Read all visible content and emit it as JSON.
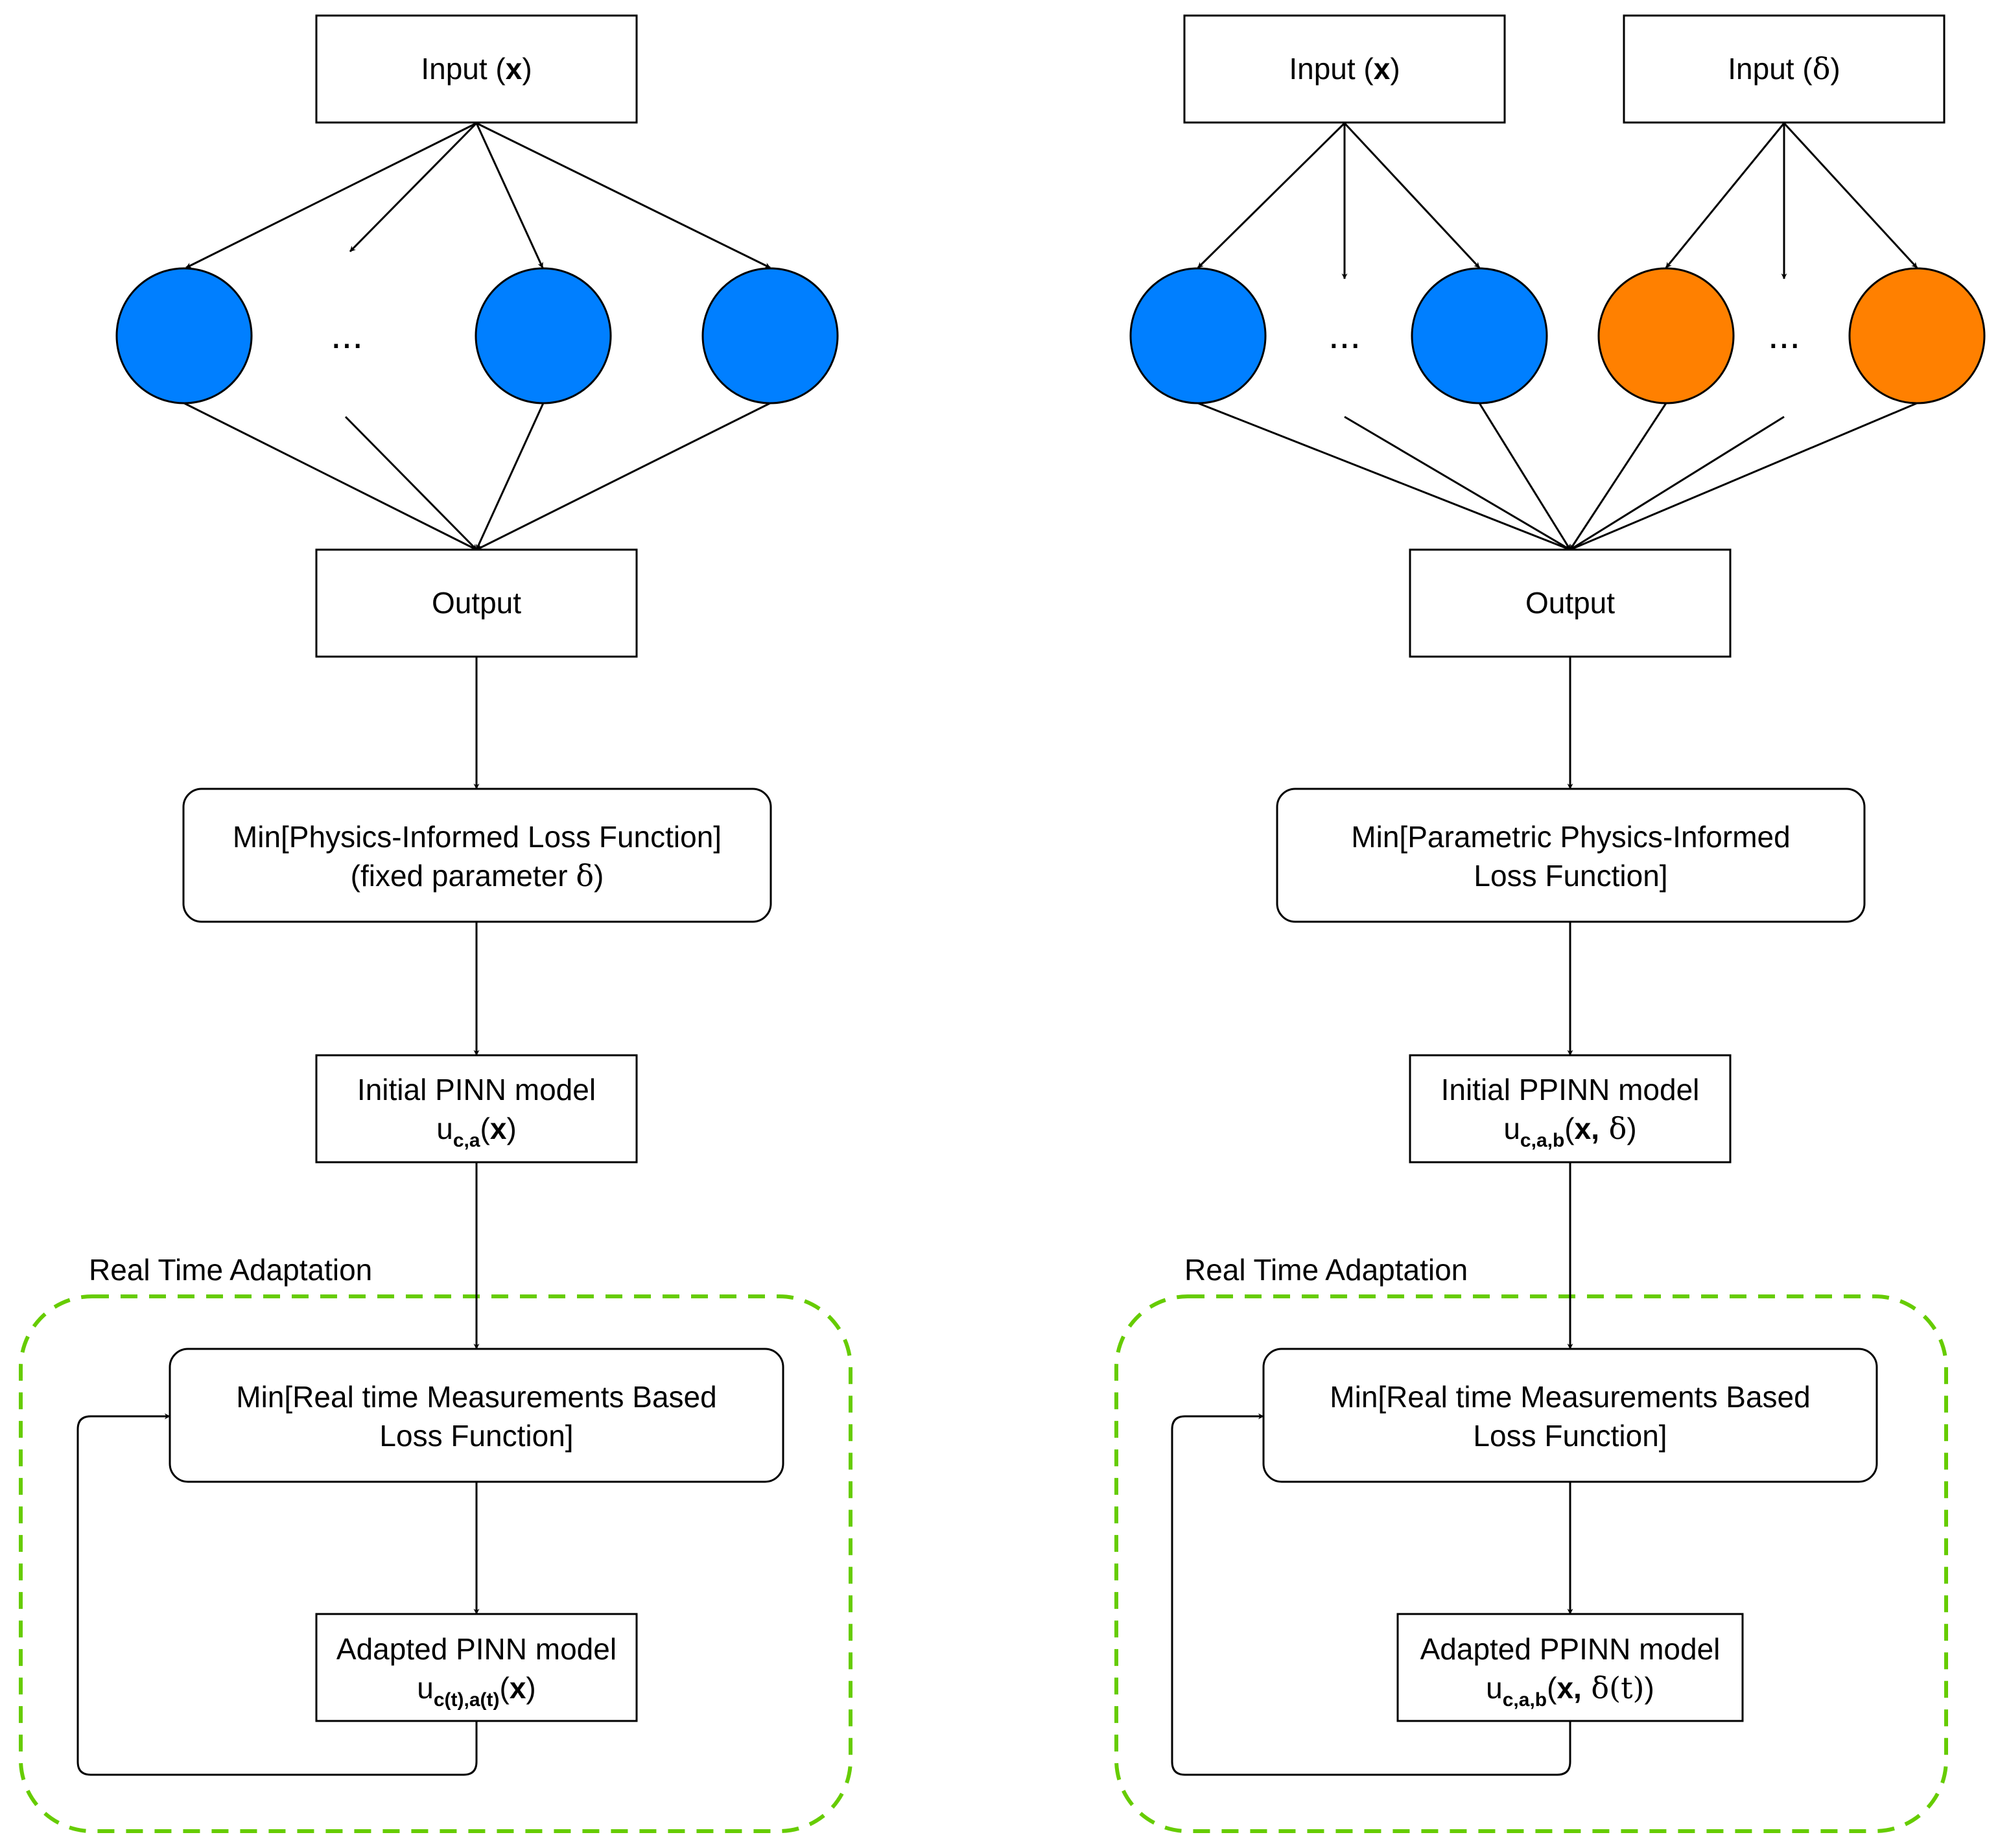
{
  "colors": {
    "blue_node": "#007fff",
    "orange_node": "#ff8000",
    "dashed_border": "#66cc00"
  },
  "left": {
    "input_x": {
      "prefix": "Input (",
      "var": "x",
      "suffix": ")"
    },
    "hidden_dots": "...",
    "output": "Output",
    "loss_line1": "Min[Physics-Informed Loss Function]",
    "loss_line2_prefix": "(fixed parameter ",
    "loss_line2_delta": "δ",
    "loss_line2_suffix": ")",
    "initial_title": "Initial PINN model",
    "initial_u": "u",
    "initial_sub": "c,a",
    "initial_open": "(",
    "initial_var": "x",
    "initial_close": ")",
    "rta_label": "Real Time Adaptation",
    "rt_line1": "Min[Real time Measurements Based",
    "rt_line2": "Loss Function]",
    "adapted_title": "Adapted PINN model",
    "adapted_u": "u",
    "adapted_sub": "c(t),a(t)",
    "adapted_open": "(",
    "adapted_var": "x",
    "adapted_close": ")"
  },
  "right": {
    "input_x": {
      "prefix": "Input (",
      "var": "x",
      "suffix": ")"
    },
    "input_delta": {
      "prefix": "Input (",
      "var": "δ",
      "suffix": ")"
    },
    "hidden_dots_blue": "...",
    "hidden_dots_orange": "...",
    "output": "Output",
    "loss_line1": "Min[Parametric Physics-Informed",
    "loss_line2": "Loss Function]",
    "initial_title": "Initial PPINN model",
    "initial_u": "u",
    "initial_sub": "c,a,b",
    "initial_open": "(",
    "initial_var": "x,",
    "initial_delta": " δ",
    "initial_close": ")",
    "rta_label": "Real Time Adaptation",
    "rt_line1": "Min[Real time Measurements Based",
    "rt_line2": "Loss Function]",
    "adapted_title": "Adapted PPINN model",
    "adapted_u": "u",
    "adapted_sub": "c,a,b",
    "adapted_open": "(",
    "adapted_var": "x,",
    "adapted_delta": " δ(t)",
    "adapted_close": ")"
  }
}
